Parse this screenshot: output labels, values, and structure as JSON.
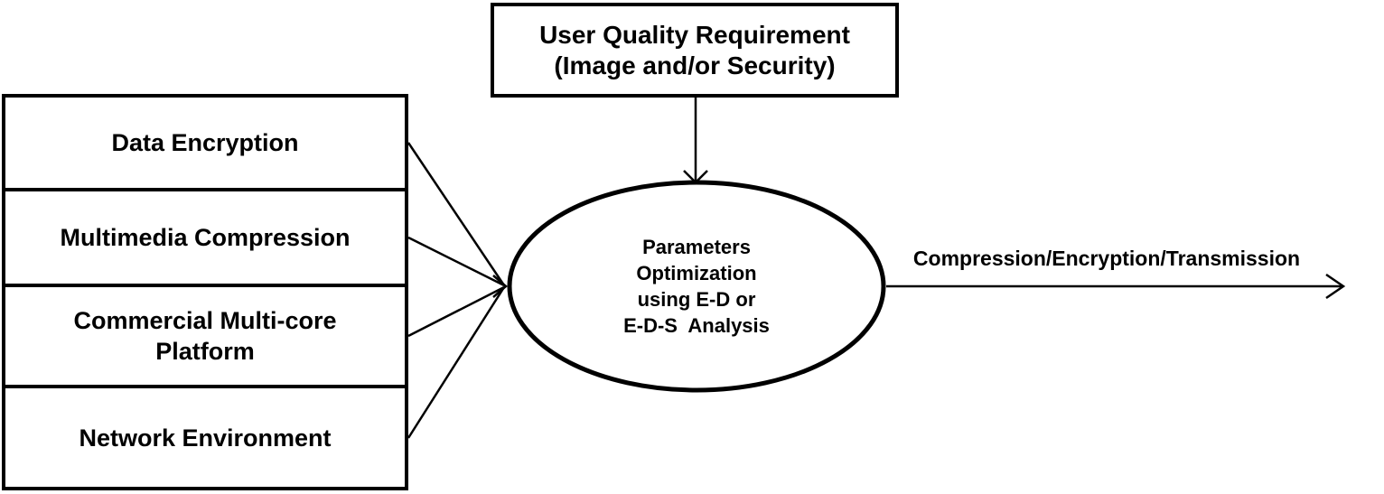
{
  "diagram": {
    "background_color": "#ffffff",
    "stroke_color": "#000000",
    "inputs": [
      {
        "label": "Data Encryption"
      },
      {
        "label": "Multimedia Compression"
      },
      {
        "label": "Commercial Multi-core Platform"
      },
      {
        "label": "Network Environment"
      }
    ],
    "requirement_box": {
      "lines": [
        "User Quality Requirement",
        "(Image and/or Security)"
      ]
    },
    "process_ellipse": {
      "lines": [
        "Parameters",
        "Optimization",
        "using E-D or",
        "E-D-S  Analysis"
      ]
    },
    "output_arrow": {
      "label": "Compression/Encryption/Transmission"
    }
  }
}
